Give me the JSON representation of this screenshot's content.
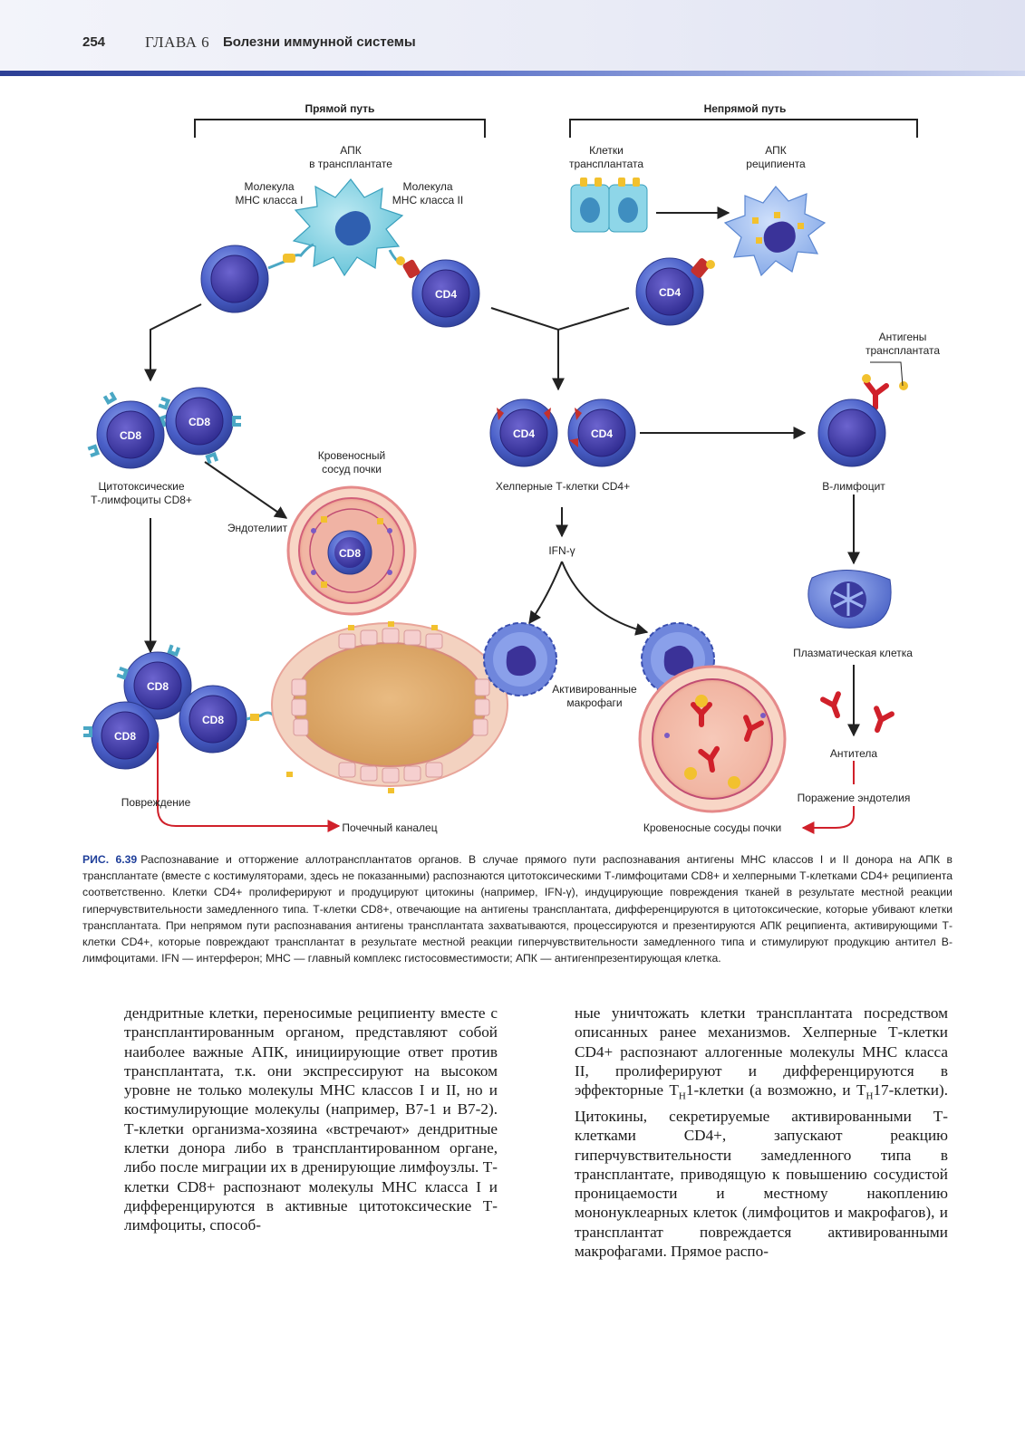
{
  "header": {
    "page_number": "254",
    "chapter": "ГЛАВА 6",
    "chapter_title": "Болезни иммунной системы"
  },
  "figure": {
    "direct_path": "Прямой путь",
    "indirect_path": "Непрямой путь",
    "apc_graft_l1": "АПК",
    "apc_graft_l2": "в трансплантате",
    "mhc1_l1": "Молекула",
    "mhc1_l2": "МНС класса I",
    "mhc2_l1": "Молекула",
    "mhc2_l2": "МНС класса II",
    "graft_cells_l1": "Клетки",
    "graft_cells_l2": "трансплантата",
    "apc_recip_l1": "АПК",
    "apc_recip_l2": "реципиента",
    "cd4": "CD4",
    "cd8": "CD8",
    "graft_antigens_l1": "Антигены",
    "graft_antigens_l2": "трансплантата",
    "ctl_l1": "Цитотоксические",
    "ctl_l2": "Т-лимфоциты CD8+",
    "vessel_l1": "Кровеносный",
    "vessel_l2": "сосуд почки",
    "endothelium": "Эндотелиит",
    "helper": "Хелперные Т-клетки CD4+",
    "b_cell": "В-лимфоцит",
    "ifn": "IFN-γ",
    "plasma_cell": "Плазматическая клетка",
    "activated_l1": "Активированные",
    "activated_l2": "макрофаги",
    "antibodies": "Антитела",
    "damage": "Повреждение",
    "endothelial_damage": "Поражение эндотелия",
    "tubule": "Почечный каналец",
    "vessels": "Кровеносные сосуды почки"
  },
  "caption": {
    "id": "РИС. 6.39",
    "text": "Распознавание и отторжение аллотрансплантатов органов. В случае прямого пути распознавания антигены МНС классов I и II донора на АПК в трансплантате (вместе с костимуляторами, здесь не показанными) распознаются цитотоксическими Т-лимфоцитами CD8+ и хелперными Т-клетками CD4+ реципиента соответственно. Клетки CD4+ пролиферируют и продуцируют цитокины (например, IFN-γ), индуцирующие повреждения тканей в результате местной реакции гиперчувствительности замедленного типа. Т-клетки CD8+, отвечающие на антигены трансплантата, дифференцируются в цитотоксические, которые убивают клетки трансплантата. При непрямом пути распознавания антигены трансплантата захватываются, процессируются и презентируются АПК реципиента, активирующими Т-клетки CD4+, которые повреждают трансплантат в результате местной реакции гиперчувствительности замедленного типа и стимулируют продукцию антител В-лимфоцитами. IFN — интерферон; МНС — главный комплекс гистосовместимости; АПК — антигенпрезентирующая клетка."
  },
  "body": {
    "left": "дендритные клетки, переносимые реципиенту вместе с трансплантированным органом, представляют собой наиболее важные АПК, инициирующие ответ против трансплантата, т.к. они экспрессируют на высоком уровне не только молекулы МНС классов I и II, но и костимулирующие молекулы (например, В7-1 и В7-2). Т-клетки организма-хозяина «встречают» дендритные клетки донора либо в трансплантированном органе, либо после миграции их в дренирующие лимфоузлы. Т-клетки CD8+ распознают молекулы МНС класса I и дифференцируются в активные цитотоксические Т-лимфоциты, способ-",
    "right_a": "ные уничтожать клетки трансплантата посредством описанных ранее механизмов. Хелперные Т-клетки CD4+ распознают аллогенные молекулы МНС класса II, пролиферируют и дифференцируются в эффекторные Т",
    "sub_h1": "Н",
    "right_b": "1-клетки (а возможно, и Т",
    "sub_h2": "Н",
    "right_c": "17-клетки). Цитокины, секретируемые активированными Т-клетками CD4+, запускают реакцию гиперчувствительности замедленного типа в трансплантате, приводящую к повышению сосудистой проницаемости и местному накоплению мононуклеарных клеток (лимфоцитов и макрофагов), и трансплантат повреждается активированными макрофагами. Прямое распо-"
  },
  "colors": {
    "header_accent": "#2d3f95",
    "caption_id": "#1f3f9a",
    "lymphocyte": "#4a5fc8",
    "apc": "#5ec0d6",
    "antibody": "#d0202a",
    "damage_arrow": "#d0202a"
  }
}
